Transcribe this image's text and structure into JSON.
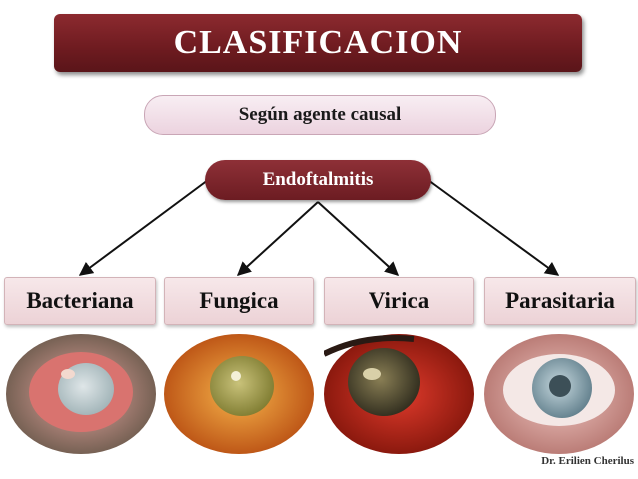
{
  "title": "CLASIFICACION",
  "subtitle": "Según agente causal",
  "root": "Endoftalmitis",
  "categories": [
    {
      "label": "Bacteriana",
      "photo_icon": "eye-bacterial-photo"
    },
    {
      "label": "Fungica",
      "photo_icon": "eye-fungal-photo"
    },
    {
      "label": "Virica",
      "photo_icon": "eye-viral-photo"
    },
    {
      "label": "Parasitaria",
      "photo_icon": "eye-parasitic-photo"
    }
  ],
  "credit": "Dr. Erilien Cherilus",
  "colors": {
    "accent": "#7a2127",
    "box_fill": "#f0dce0",
    "arrow": "#111111"
  }
}
